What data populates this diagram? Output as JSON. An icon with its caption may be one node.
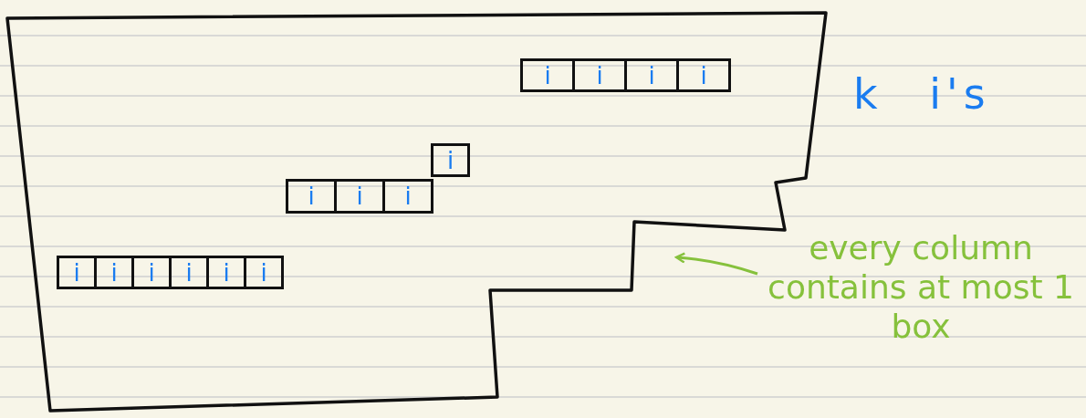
{
  "diagram": {
    "nodes": [
      {
        "text": [],
        "shape": "box"
      },
      {
        "text": [
          "i"
        ],
        "in": 0
      },
      {
        "text": [
          "i"
        ],
        "in": 0
      },
      {
        "text": [
          "i"
        ],
        "in": 0
      },
      {
        "text": [
          "i"
        ],
        "in": 0
      },
      {
        "text": [
          "i"
        ],
        "in": 0
      },
      {
        "text": [
          "i"
        ],
        "in": 0
      },
      {
        "text": [
          "i"
        ],
        "in": 0
      },
      {
        "text": [
          "i"
        ],
        "in": 0
      },
      {
        "text": [
          "i"
        ],
        "in": 0
      },
      {
        "text": [
          "i"
        ],
        "in": 0
      },
      {
        "text": [
          "i"
        ],
        "in": 0
      },
      {
        "text": [
          "i"
        ],
        "in": 0
      },
      {
        "text": [
          "i"
        ],
        "in": 0
      },
      {
        "text": [
          "i"
        ],
        "in": 0
      },
      {
        "text": [
          "every column contains at most 1 box"
        ]
      }
    ],
    "edges": [
      {
        "from": 15,
        "to": 0,
        "arrow": "to"
      }
    ],
    "labels": [
      "k i's"
    ]
  }
}
